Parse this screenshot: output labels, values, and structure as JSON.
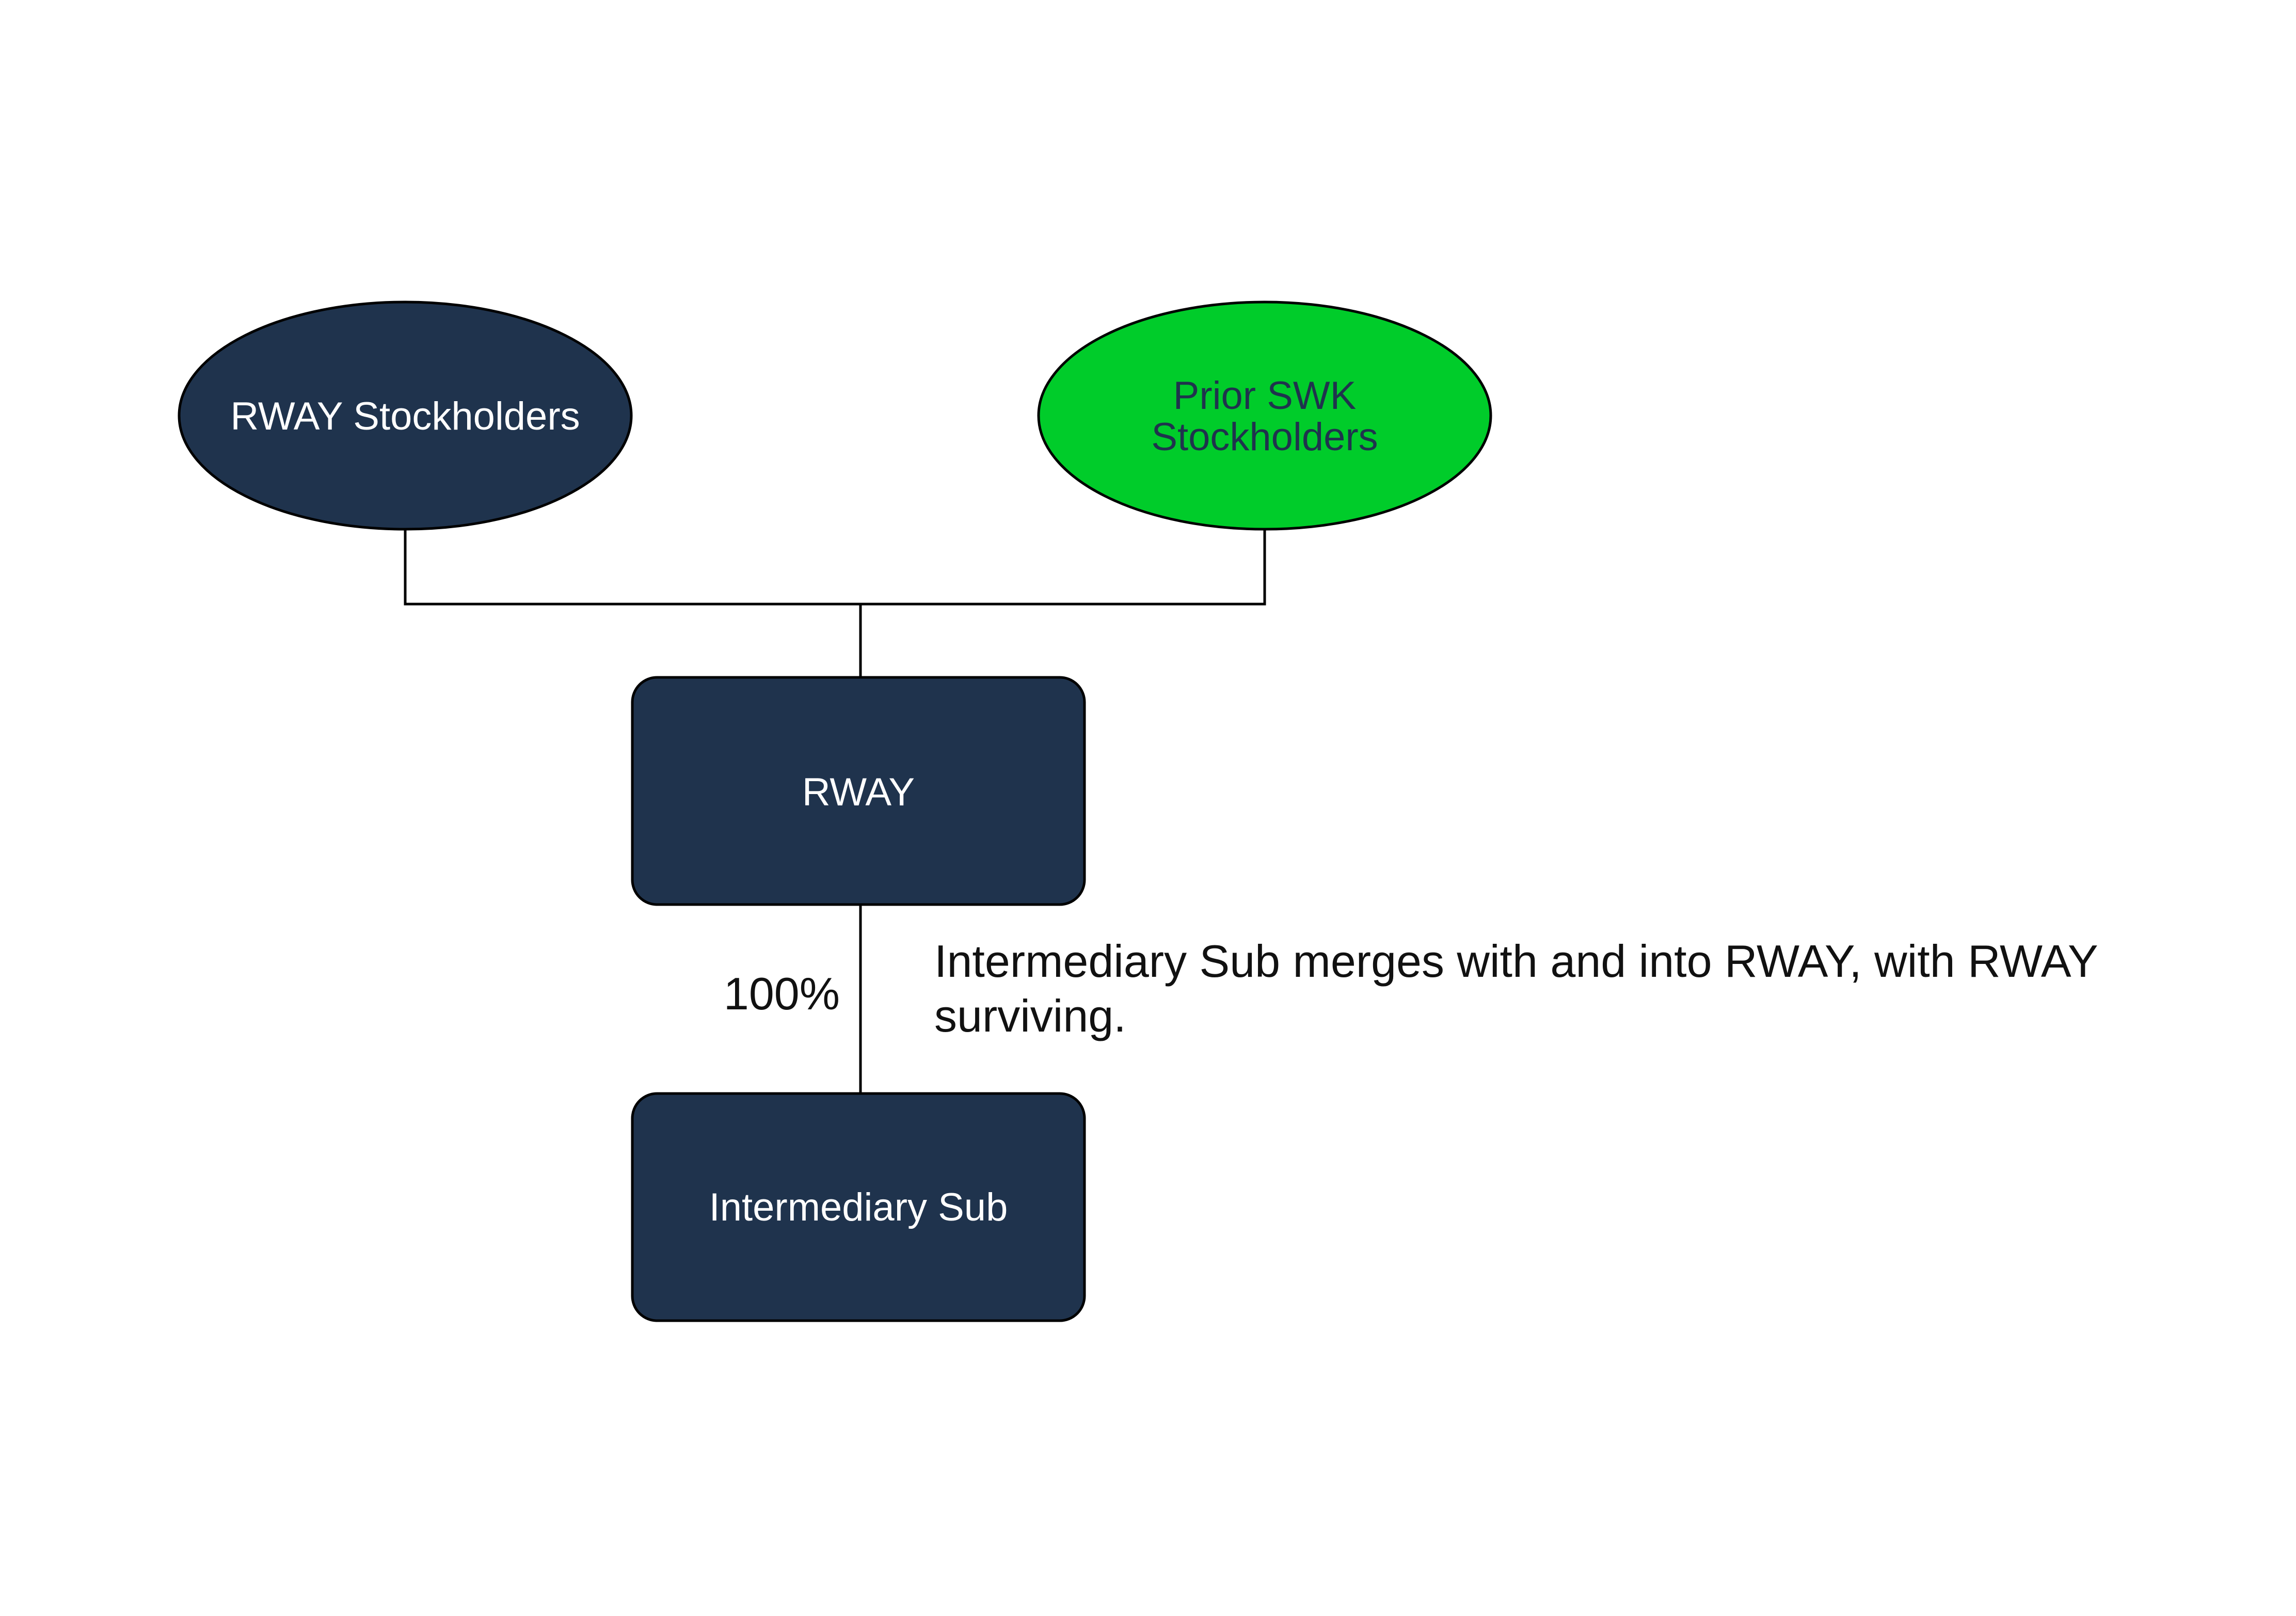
{
  "diagram": {
    "nodes": {
      "rway_stockholders": {
        "label": "RWAY Stockholders"
      },
      "prior_swk_stockholders": {
        "line1": "Prior SWK",
        "line2": "Stockholders"
      },
      "rway": {
        "label": "RWAY"
      },
      "intermediary_sub": {
        "label": "Intermediary Sub"
      }
    },
    "edges": {
      "rway_to_sub": {
        "label": "100%"
      }
    },
    "annotation": {
      "line1": "Intermediary Sub merges with and into RWAY, with RWAY",
      "line2": "surviving."
    },
    "colors": {
      "navy": "#1f334d",
      "green": "#00cc2a",
      "stroke": "#000000"
    }
  }
}
